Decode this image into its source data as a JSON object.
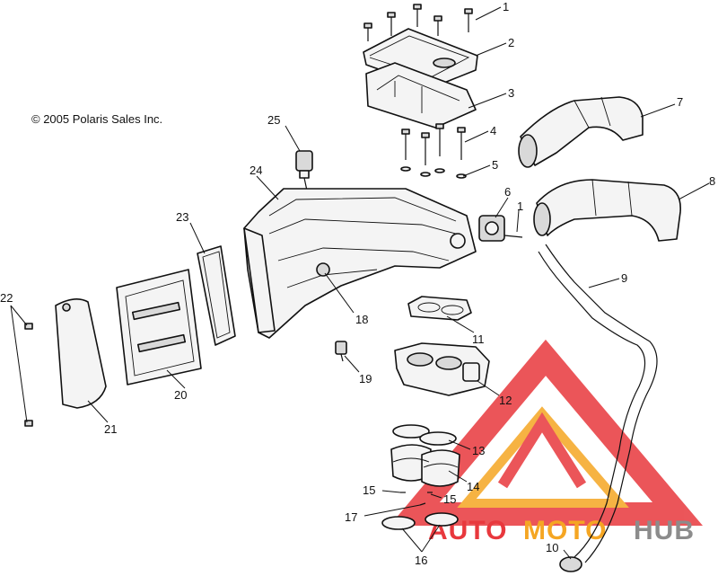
{
  "copyright": "© 2005 Polaris Sales Inc.",
  "watermark": {
    "part1": "AUTO",
    "part2": "MOTO",
    "part3": "HUB",
    "color_red": "#e8383d",
    "color_orange": "#f5a623",
    "color_gray": "#8c8c8c"
  },
  "callouts": {
    "c1a": "1",
    "c2": "2",
    "c3": "3",
    "c4": "4",
    "c5": "5",
    "c6": "6",
    "c1b": "1",
    "c7": "7",
    "c8": "8",
    "c9": "9",
    "c10": "10",
    "c11": "11",
    "c12": "12",
    "c13": "13",
    "c14": "14",
    "c15a": "15",
    "c15b": "15",
    "c16": "16",
    "c17": "17",
    "c18": "18",
    "c19": "19",
    "c20": "20",
    "c21": "21",
    "c22": "22",
    "c23": "23",
    "c24": "24",
    "c25": "25"
  }
}
